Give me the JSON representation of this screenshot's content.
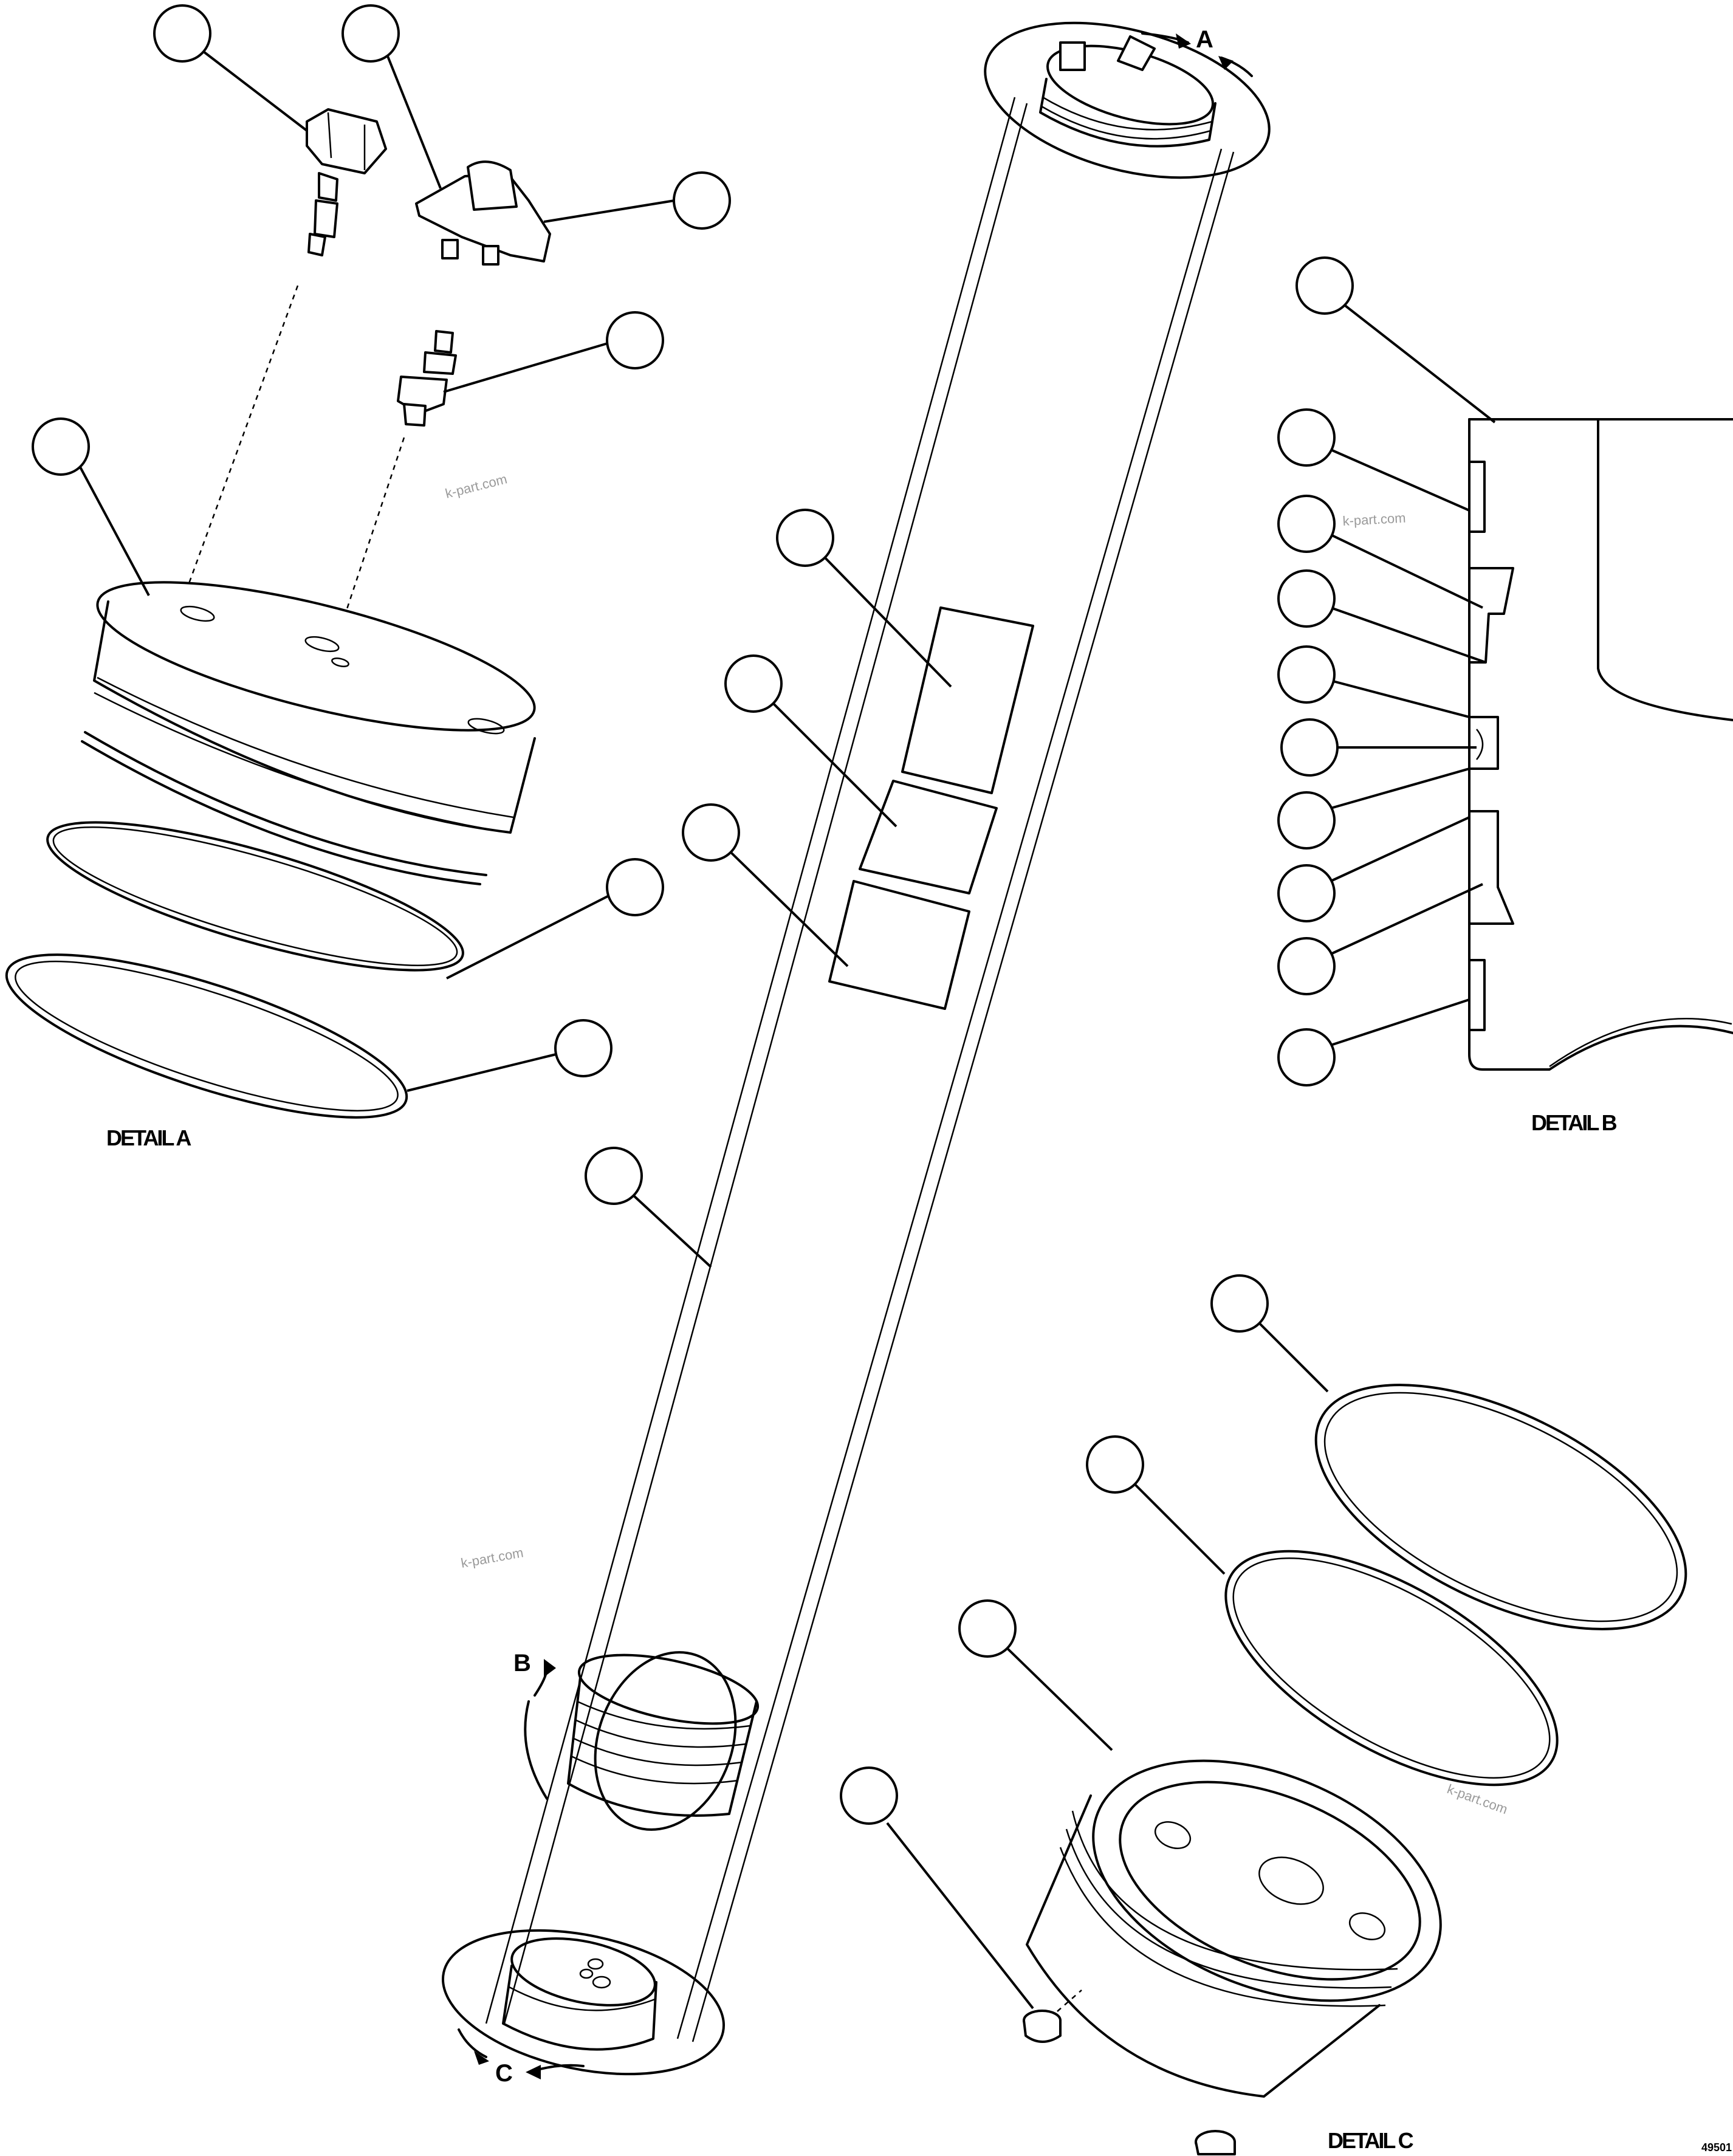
{
  "details": {
    "a": "DETAIL A",
    "b": "DETAIL B",
    "c": "DETAIL C"
  },
  "view_markers": {
    "a": "A",
    "b": "B",
    "c": "C"
  },
  "watermark": "k-part.com",
  "figure_code": "49501"
}
